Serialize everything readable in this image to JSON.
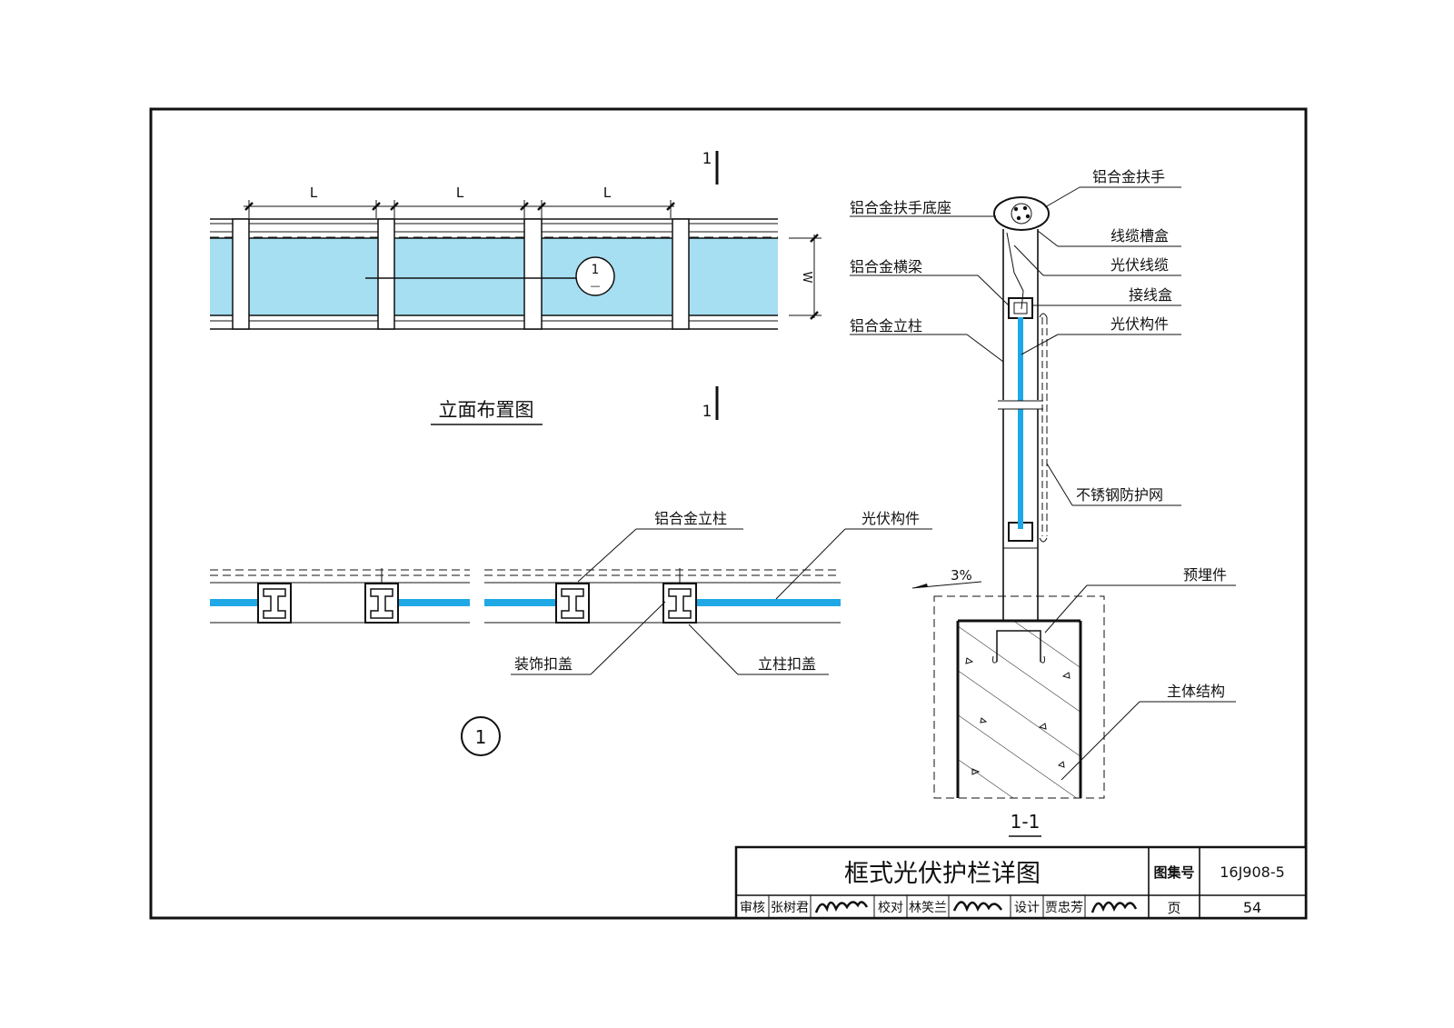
{
  "elevation": {
    "dim_labels": [
      "L",
      "L",
      "L"
    ],
    "height_label": "W",
    "section_mark_top": "1",
    "section_mark_bottom": "1",
    "callout_top": "1",
    "callout_bottom": "—",
    "title": "立面布置图"
  },
  "plan_detail": {
    "labels": {
      "post": "铝合金立柱",
      "pv": "光伏构件",
      "deco_cap": "装饰扣盖",
      "post_cap": "立柱扣盖"
    },
    "index": "1"
  },
  "section": {
    "labels": {
      "handrail": "铝合金扶手",
      "handrail_base": "铝合金扶手底座",
      "cable_tray": "线缆槽盒",
      "pv_cable": "光伏线缆",
      "beam": "铝合金横梁",
      "junction_box": "接线盒",
      "post": "铝合金立柱",
      "pv": "光伏构件",
      "mesh": "不锈钢防护网",
      "embed": "预埋件",
      "structure": "主体结构"
    },
    "slope": "3%",
    "title": "1-1"
  },
  "title_block": {
    "title": "框式光伏护栏详图",
    "atlas_label": "图集号",
    "atlas_no": "16J908-5",
    "page_label": "页",
    "page_no": "54",
    "review_label": "审核",
    "reviewer": "张树君",
    "check_label": "校对",
    "checker": "林笑兰",
    "design_label": "设计",
    "designer": "贾忠芳"
  },
  "colors": {
    "pv_blue": "#1fa8e6",
    "glass_blue": "#a6def2",
    "line": "#111111"
  }
}
